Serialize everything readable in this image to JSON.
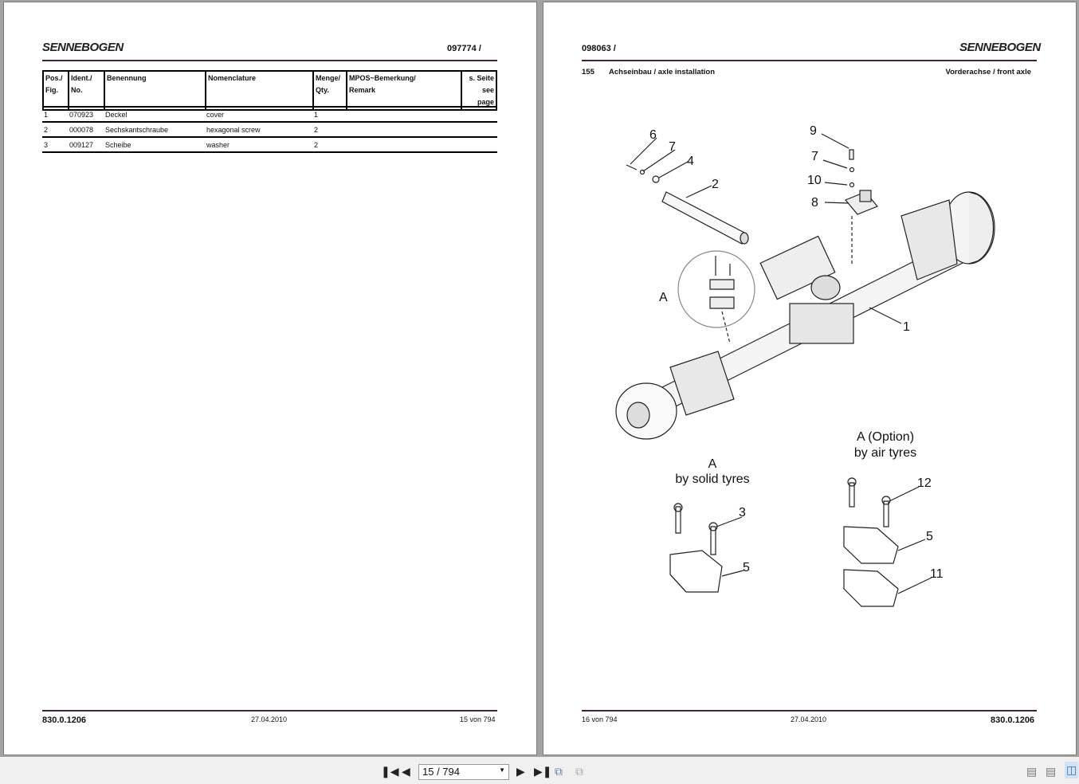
{
  "left_page": {
    "logo": "SENNEBOGEN",
    "doc_no": "097774 /",
    "table": {
      "headers": [
        [
          "Pos./",
          "Fig."
        ],
        [
          "Ident./",
          "No."
        ],
        [
          "Benennung",
          ""
        ],
        [
          "Nomenclature",
          ""
        ],
        [
          "Menge/",
          "Qty."
        ],
        [
          "MPOS~Bemerkung/",
          "Remark"
        ],
        [
          "s. Seite",
          "see page"
        ]
      ],
      "rows": [
        [
          "1",
          "070923",
          "Deckel",
          "cover",
          "1"
        ],
        [
          "2",
          "000078",
          "Sechskantschraube",
          "hexagonal screw",
          "2"
        ],
        [
          "3",
          "009127",
          "Scheibe",
          "washer",
          "2"
        ]
      ]
    },
    "footer": {
      "doc": "830.0.1206",
      "date": "27.04.2010",
      "page": "15 von 794"
    }
  },
  "right_page": {
    "logo": "SENNEBOGEN",
    "doc_no": "098063 /",
    "section_no": "155",
    "section_title": "Achseinbau / axle installation",
    "section_right": "Vorderachse / front axle",
    "drawing": {
      "callouts": [
        "6",
        "7",
        "4",
        "2",
        "9",
        "7",
        "10",
        "8",
        "A",
        "1",
        "12",
        "3",
        "5",
        "5",
        "11"
      ],
      "label_a_option": "A  (Option)",
      "label_air": "by air tyres",
      "label_a": "A",
      "label_solid": "by solid tyres"
    },
    "footer": {
      "page": "16 von 794",
      "date": "27.04.2010",
      "doc": "830.0.1206"
    }
  },
  "toolbar": {
    "page_input": "15 / 794"
  }
}
